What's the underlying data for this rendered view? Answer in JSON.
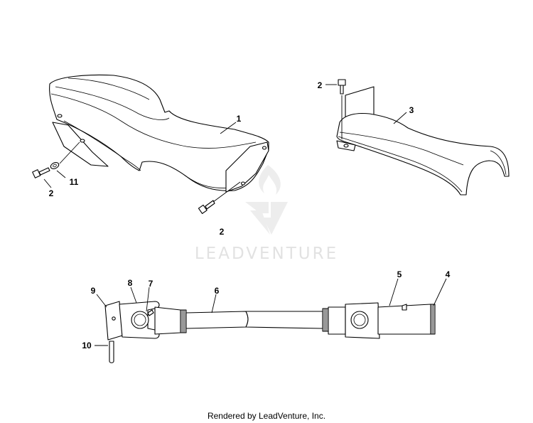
{
  "watermark": {
    "brand": "LEADVENTURE",
    "logo_icon": "leadventure-flame-v-logo-icon"
  },
  "footer": {
    "text": "Rendered by LeadVenture, Inc."
  },
  "callouts": {
    "front_cover_bolt_left": "2",
    "front_cover_washer": "11",
    "front_cover": "1",
    "front_cover_bolt_right": "2",
    "rear_cover_bolt": "2",
    "rear_cover": "3",
    "driveshaft_yoke_end": "9",
    "driveshaft_yoke": "8",
    "driveshaft_cross_bearing": "7",
    "driveshaft_shaft": "6",
    "driveshaft_slip_yoke": "5",
    "driveshaft_boot": "4",
    "driveshaft_roll_pin": "10"
  }
}
